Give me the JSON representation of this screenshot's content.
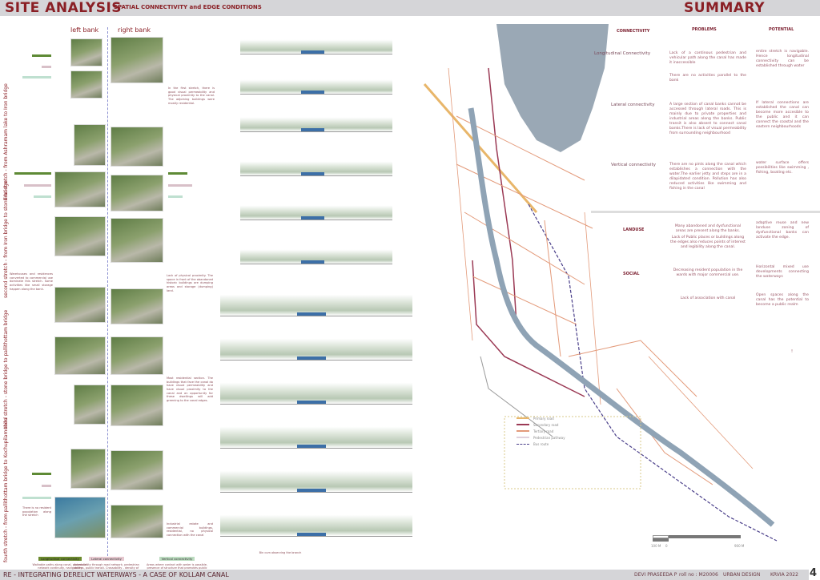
{
  "header": {
    "title": "SITE ANALYSIS",
    "subtitle": "SPATIAL  CONNECTIVITY and EDGE  CONDITIONS",
    "summary_title": "SUMMARY"
  },
  "banks": {
    "left": "left bank",
    "right": "right bank"
  },
  "stretches": [
    "first stretch - from Ashramam lake to Iron bridge",
    "second stretch - from Iron bridge to stone bridge",
    "third stretch - stone bridge to pallithottam bridge",
    "fourth stretch - from pallithottam bridge to Kochupilamoodu"
  ],
  "notes": [
    "In the first stretch, there is good visual permeability and physical proximity to the canal. The adjoining buildings were mostly residential.",
    "Warehouses and residences converted to commercial use dominate this stretch. Some activities like small storage happen along the bank.",
    "Lack of physical proximity. The space in front of the abandoned historic buildings are dumping areas and storage (dumping) land.",
    "Most residential section. The buildings that face the canal do have visual permeability and have visual proximity to the canal and an opportunity for these dwellings will add greening to the canal edges.",
    "There is no resident population along the stretch",
    "Industrial estate and commercial buildings, residential, no physical connection with the canal"
  ],
  "legend_bottom": [
    {
      "label": "Longitudinal connectivity",
      "text": "Walkable paths along canal, pedestrian network continuity, navigability"
    },
    {
      "label": "Lateral connectivity",
      "text": "Accessibility through road network, pedestrian access, public transit. Crossability - density of crossings, visual permeability"
    },
    {
      "label": "Vertical connectivity",
      "text": "Areas where contact with water is possible, presence of structure that promotes public amenities with water"
    }
  ],
  "section_caption": "Bin cum observing the branch",
  "map": {
    "legend": [
      "Primary road",
      "Secondary road",
      "Tertiary road",
      "Pedestrian pathway",
      "Bus route"
    ],
    "scale": {
      "left": "100 M",
      "zero": "0",
      "right": "900 M"
    },
    "colors": {
      "water": "#9aa8b5",
      "canal": "#8fa3b5",
      "primary": "#e8b66a",
      "secondary": "#9b3a55",
      "tertiary": "#e39a7a",
      "bus": "#4a3f8a"
    }
  },
  "summary": {
    "headers": [
      "CONNECTIVITY",
      "PROBLEMS",
      "POTENTIAL"
    ],
    "connectivity": [
      {
        "type": "Longitudinal Connectivity",
        "problems": [
          "Lack of a continous pedestrian and vehicular path along the canal has made it inaccessible",
          "There are no activities parallel to the bank"
        ],
        "potential": "entire stretch is navigable. Hence longitudinal connectivity can be established through water"
      },
      {
        "type": "Lateral connectivity",
        "problems": [
          "A large section of canal banks cannot be accessed through lateral roads. This is mainly due to private properties and industrial areas along the banks. Public transit is also absent to connect canal banks.There is lack of visual permeability from surrounding neighbourhood"
        ],
        "potential": "If lateral connections are established the canal can become more accesible to the public and it can connect the coastal and the eastern neighbourhoods"
      },
      {
        "type": "Vertical connectivity",
        "problems": [
          "There are no pints along the canal which establishes a connection with the water.The earlier jetty and steps are in a dilapidated condition. Pollution has also reduced activities like swimming and fishing in the canal"
        ],
        "potential": "water surface offers possibilities like swimming , fishing, boating etc."
      }
    ],
    "other": [
      {
        "type": "LANDUSE",
        "problems": [
          "Many abandoned and dysfunctional areas are present along the banks.",
          "Lack of Public places or buildings along the edges also reduces points of interest and legibility along the canal."
        ],
        "potential": "adaptive reuse and new landuse zoning of dysfunctional banks can activate the edge."
      },
      {
        "type": "SOCIAL",
        "problems": [
          "Decreasing resident population in the wards with major commercial use."
        ],
        "potential": "Horizontal mixed use developments connecting the waterways"
      },
      {
        "type": "",
        "problems": [
          "Lack of association with canal"
        ],
        "potential": "Open spaces along the canal has the potential to become a public realm"
      }
    ]
  },
  "footer": {
    "title": "RE - INTEGRATING DERELICT WATERWAYS - A CASE OF KOLLAM CANAL",
    "author": "DEVI PRASEEDA P",
    "roll": "roll no : M20006",
    "program": "URBAN DESIGN",
    "school": "KRVIA  2022",
    "page": "4"
  }
}
